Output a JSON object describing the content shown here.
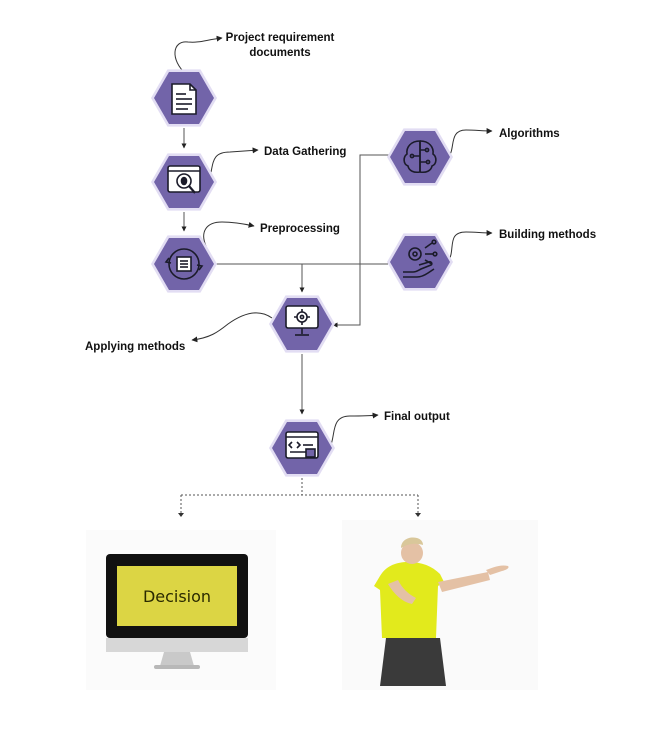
{
  "diagram": {
    "nodes": {
      "project_requirements": {
        "label": "Project requirement\ndocuments",
        "icon": "document-icon"
      },
      "data_gathering": {
        "label": "Data Gathering",
        "icon": "bug-search-icon"
      },
      "preprocessing": {
        "label": "Preprocessing",
        "icon": "processing-chip-icon"
      },
      "algorithms": {
        "label": "Algorithms",
        "icon": "brain-circuit-icon"
      },
      "building_methods": {
        "label": "Building methods",
        "icon": "hand-gear-icon"
      },
      "applying_methods": {
        "label": "Applying methods",
        "icon": "monitor-gear-icon"
      },
      "final_output": {
        "label": "Final output",
        "icon": "code-output-icon"
      }
    },
    "outputs": {
      "decision_monitor": {
        "label": "Decision",
        "icon": "monitor-icon"
      },
      "referee": {
        "icon": "referee-figure-icon"
      }
    },
    "colors": {
      "hex_fill": "#7264a9",
      "hex_glow": "#e2ddf3",
      "line": "#555555",
      "monitor_screen": "#dcd544",
      "referee_shirt": "#e2ea1c"
    }
  }
}
